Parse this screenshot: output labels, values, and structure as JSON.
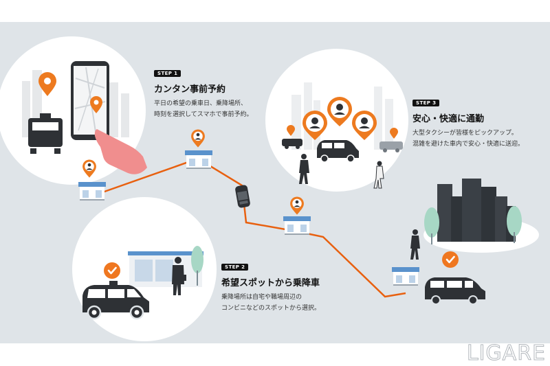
{
  "steps": [
    {
      "badge": "STEP 1",
      "title": "カンタン事前予約",
      "lines": [
        "平日の希望の乗車日、乗降場所、",
        "時刻を選択してスマホで事前予約。"
      ]
    },
    {
      "badge": "STEP 2",
      "title": "希望スポットから乗降車",
      "lines": [
        "乗降場所は自宅や職場周辺の",
        "コンビニなどのスポットから選択。"
      ]
    },
    {
      "badge": "STEP 3",
      "title": "安心・快適に通勤",
      "lines": [
        "大型タクシーが皆様をピックアップ。",
        "混雑を避けた車内で安心・快適に送迎。"
      ]
    }
  ],
  "logo": {
    "text": "LIGARE"
  },
  "colors": {
    "route": "#e8600f",
    "pin": "#ed7a1f",
    "background": "#dfe4e8",
    "dark": "#2e3135",
    "check": "#ef7720"
  },
  "icons": [
    "location-pin-icon",
    "smartphone-icon",
    "hand-icon",
    "taxi-icon",
    "store-icon",
    "person-icon",
    "checkmark-icon",
    "tree-icon",
    "building-icon"
  ]
}
